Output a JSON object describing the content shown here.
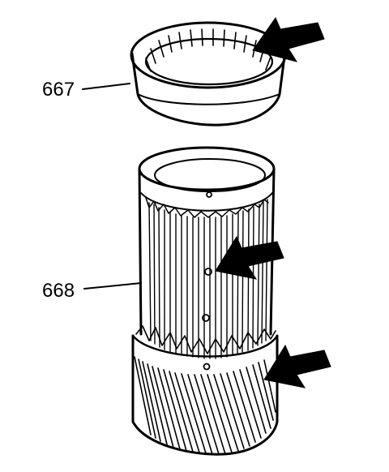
{
  "callouts": [
    {
      "id": "667",
      "label": "667",
      "part": "ring"
    },
    {
      "id": "668",
      "label": "668",
      "part": "gear"
    }
  ],
  "arrows": [
    {
      "target": "ring-inner-splines"
    },
    {
      "target": "sleeve-oil-holes"
    },
    {
      "target": "helical-gear-teeth"
    }
  ]
}
